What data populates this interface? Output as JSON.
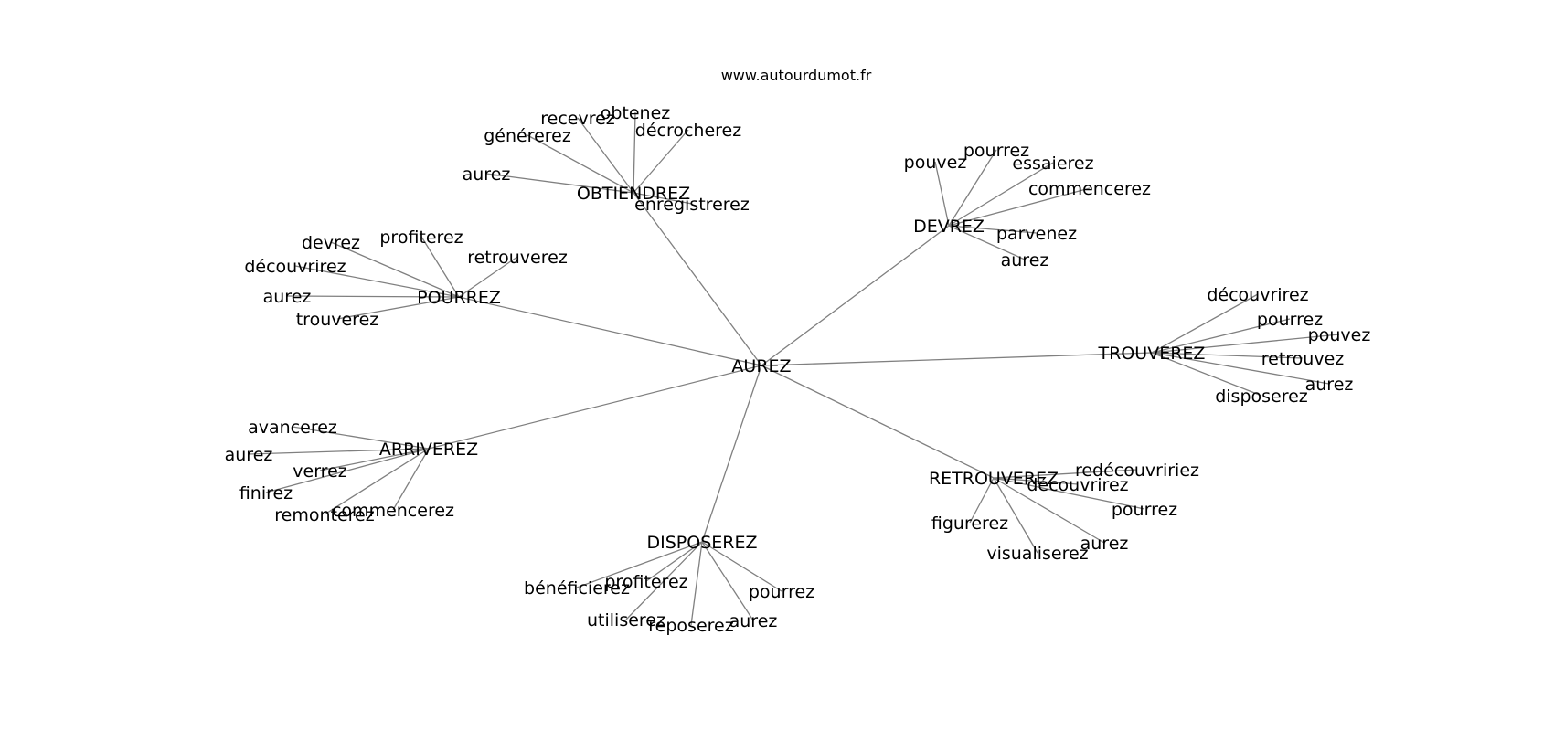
{
  "watermark": "www.autourdumot.fr",
  "graph": {
    "root": "AUREZ",
    "clusters": [
      {
        "hub": "OBTIENDREZ",
        "leaves": [
          "obtenez",
          "recevrez",
          "générerez",
          "décrocherez",
          "aurez",
          "enregistrerez"
        ]
      },
      {
        "hub": "DEVREZ",
        "leaves": [
          "pouvez",
          "pourrez",
          "essaierez",
          "commencerez",
          "parvenez",
          "aurez"
        ]
      },
      {
        "hub": "POURREZ",
        "leaves": [
          "devrez",
          "profiterez",
          "découvrirez",
          "retrouverez",
          "aurez",
          "trouverez"
        ]
      },
      {
        "hub": "TROUVEREZ",
        "leaves": [
          "découvrirez",
          "pourrez",
          "pouvez",
          "retrouvez",
          "aurez",
          "disposerez"
        ]
      },
      {
        "hub": "ARRIVEREZ",
        "leaves": [
          "avancerez",
          "aurez",
          "verrez",
          "finirez",
          "remonterez",
          "commencerez"
        ]
      },
      {
        "hub": "RETROUVEREZ",
        "leaves": [
          "redécouvririez",
          "découvrirez",
          "pourrez",
          "figurerez",
          "aurez",
          "visualiserez"
        ]
      },
      {
        "hub": "DISPOSEREZ",
        "leaves": [
          "bénéficierez",
          "profiterez",
          "pourrez",
          "utiliserez",
          "reposerez",
          "aurez"
        ]
      }
    ]
  }
}
